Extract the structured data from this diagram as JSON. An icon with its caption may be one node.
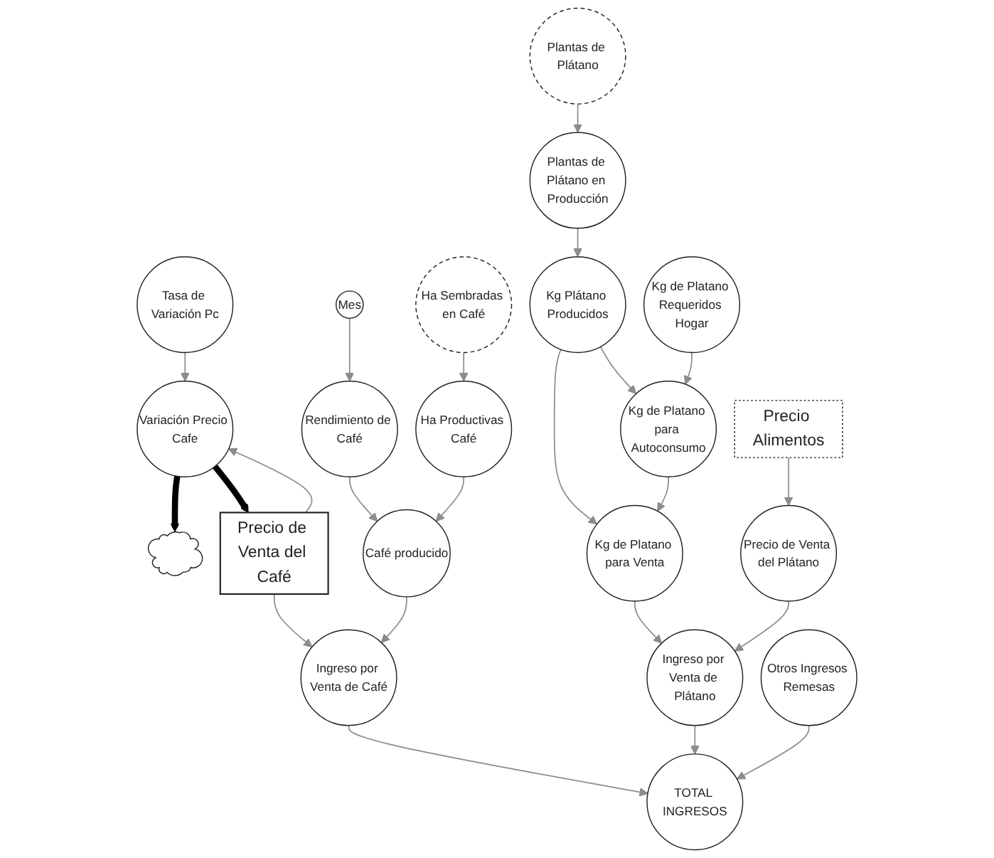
{
  "diagram": {
    "nodes": [
      {
        "text": [
          "Tasa de Variación Pc"
        ]
      },
      {
        "text": [
          "Ha Sembradas en Café"
        ]
      },
      {
        "text": [
          "Rendimiento de Café"
        ]
      },
      {
        "text": [
          "Plantas de Plátano"
        ]
      },
      {
        "text": [],
        "shape": "cloud"
      },
      {
        "text": [
          "Variación Precio Cafe"
        ]
      },
      {
        "text": [
          "Precio de Venta del Café"
        ]
      },
      {
        "text": [
          "Ha Productivas Café"
        ]
      },
      {
        "text": [
          "Mes"
        ]
      },
      {
        "text": [
          "Café producido"
        ]
      },
      {
        "text": [
          "Plantas de Plátano en Producción"
        ]
      },
      {
        "text": [
          "Ingreso por Venta de Café"
        ]
      },
      {
        "text": [
          "Kg Plátano Producidos"
        ]
      },
      {
        "text": [
          "Kg de Platano para Venta"
        ]
      },
      {
        "text": [
          "Ingreso por Venta de Plátano"
        ]
      },
      {
        "text": [
          "TOTAL INGRESOS"
        ]
      },
      {
        "text": [
          "Kg de Platano Requeridos Hogar"
        ]
      },
      {
        "text": [
          "Kg de Platano para Autoconsumo"
        ]
      },
      {
        "text": [
          "Otros Ingresos Remesas"
        ]
      },
      {
        "text": [
          "Precio de Venta del Plátano"
        ]
      },
      {
        "text": [
          "Precio Alimentos"
        ]
      }
    ],
    "edges": [
      {
        "from": 0,
        "to": 5,
        "arrow": "to"
      },
      {
        "from": 6,
        "to": 5,
        "arrow": "to"
      },
      {
        "from": 5,
        "to": 6,
        "arrow": "to",
        "style": "thick",
        "color": "#000000"
      },
      {
        "from": 5,
        "to": 4,
        "arrow": "to",
        "style": "thick",
        "color": "#000000"
      },
      {
        "from": 1,
        "to": 7,
        "arrow": "to"
      },
      {
        "from": 8,
        "to": 2,
        "arrow": "to"
      },
      {
        "from": 2,
        "to": 9,
        "arrow": "to"
      },
      {
        "from": 7,
        "to": 9,
        "arrow": "to"
      },
      {
        "from": 6,
        "to": 11,
        "arrow": "to"
      },
      {
        "from": 9,
        "to": 11,
        "arrow": "to"
      },
      {
        "from": 3,
        "to": 10,
        "arrow": "to"
      },
      {
        "from": 10,
        "to": 12,
        "arrow": "to"
      },
      {
        "from": 12,
        "to": 13,
        "arrow": "to"
      },
      {
        "from": 12,
        "to": 17,
        "arrow": "to"
      },
      {
        "from": 17,
        "to": 13,
        "arrow": "to"
      },
      {
        "from": 16,
        "to": 17,
        "arrow": "to"
      },
      {
        "from": 13,
        "to": 14,
        "arrow": "to"
      },
      {
        "from": 11,
        "to": 15,
        "arrow": "to"
      },
      {
        "from": 14,
        "to": 15,
        "arrow": "to"
      },
      {
        "from": 18,
        "to": 15,
        "arrow": "to"
      },
      {
        "from": 19,
        "to": 14,
        "arrow": "to"
      },
      {
        "from": 20,
        "to": 19,
        "arrow": "to"
      }
    ]
  }
}
